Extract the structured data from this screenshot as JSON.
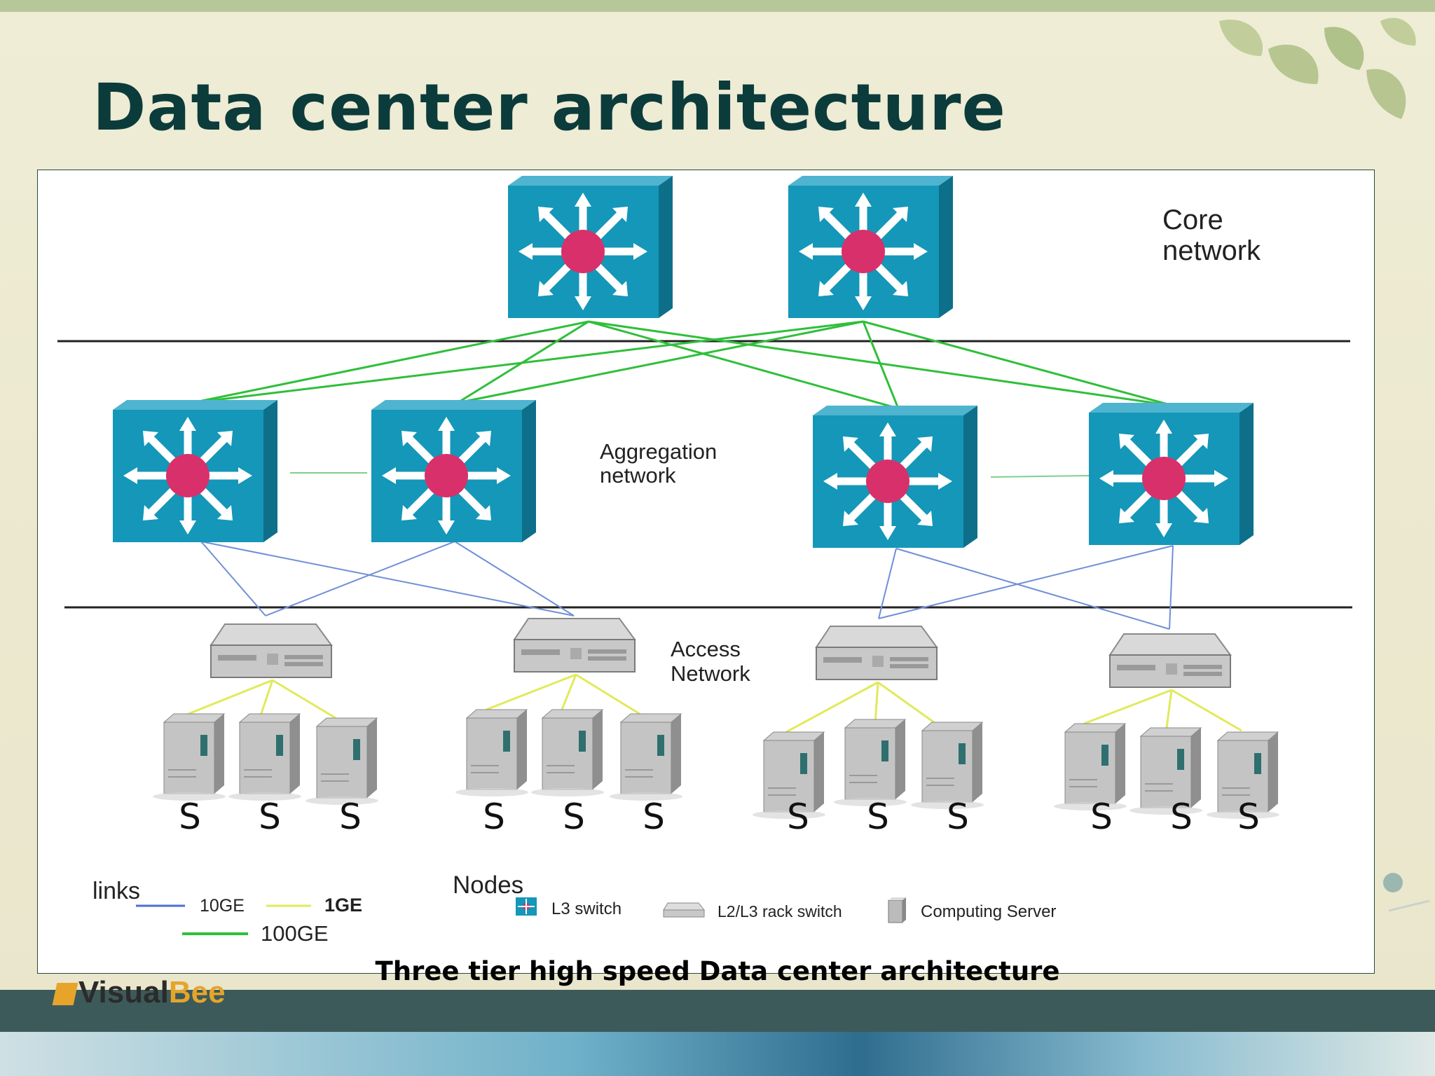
{
  "slide": {
    "title": "Data center architecture",
    "caption": "Three tier high speed Data center architecture",
    "logo": {
      "part1": "Visual",
      "part2": "Bee"
    }
  },
  "diagram": {
    "layers": {
      "core": {
        "line1": "Core",
        "line2": "network"
      },
      "aggregation": {
        "line1": "Aggregation",
        "line2": "network"
      },
      "access": {
        "line1": "Access",
        "line2": "Network"
      }
    },
    "server_label": "S",
    "legend": {
      "links_title": "links",
      "links": [
        {
          "label": "10GE",
          "color": "#4a6fd0"
        },
        {
          "label": "1GE",
          "color": "#e1ea5a"
        },
        {
          "label": "100GE",
          "color": "#2fbf3a"
        }
      ],
      "nodes_title": "Nodes",
      "nodes": [
        {
          "label": "L3 switch",
          "icon": "l3-switch-icon"
        },
        {
          "label": "L2/L3 rack switch",
          "icon": "rack-switch-icon"
        },
        {
          "label": "Computing Server",
          "icon": "server-icon"
        }
      ]
    }
  },
  "colors": {
    "title": "#0c3b3b",
    "switch_front": "#1497b8",
    "switch_hub": "#d8306a",
    "link_10ge": "#4a6fd0",
    "link_1ge": "#e1ea5a",
    "link_100ge": "#2fbf3a"
  }
}
